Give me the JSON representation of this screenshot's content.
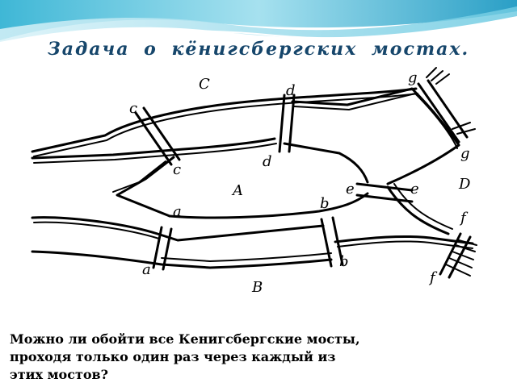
{
  "header": {
    "title": "Задача  о  кёнигсбергских  мостах."
  },
  "diagram": {
    "labels": {
      "C": "C",
      "A": "A",
      "B": "B",
      "D": "D",
      "c_top": "c",
      "c_bottom": "c",
      "d_top": "d",
      "d_bottom": "d",
      "g_top": "g",
      "g_bottom": "g",
      "e_left": "e",
      "e_right": "e",
      "a_top": "a",
      "a_bottom": "a",
      "b_top": "b",
      "b_bottom": "b",
      "f_top": "f",
      "f_bottom": "f"
    }
  },
  "question": {
    "line1": "Можно ли обойти все Кенигсбергские мосты,",
    "line2": "проходя только один раз через каждый из",
    "line3": "этих мостов?"
  }
}
